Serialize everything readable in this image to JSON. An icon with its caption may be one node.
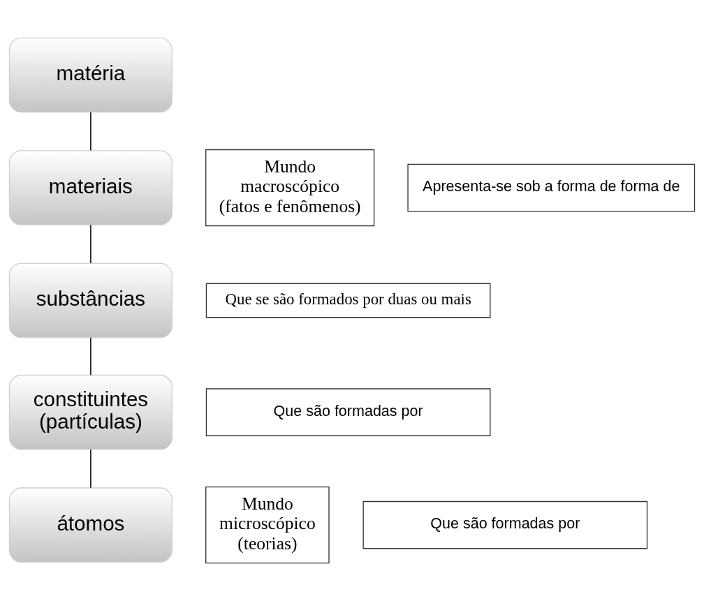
{
  "diagram": {
    "nodes": [
      {
        "text": [
          "matéria"
        ]
      },
      {
        "text": [
          "materiais"
        ]
      },
      {
        "text": [
          "substâncias"
        ]
      },
      {
        "text": [
          "constituintes",
          "(partículas)"
        ]
      },
      {
        "text": [
          "átomos"
        ]
      },
      {
        "text": [
          "Apresenta-se sob a forma de forma de"
        ]
      },
      {
        "text": [
          "Que se são formados por duas ou mais"
        ]
      },
      {
        "text": [
          "Que são formadas por"
        ]
      },
      {
        "text": [
          "Que são formadas por"
        ]
      },
      {
        "text": [
          "Mundo macroscópico (fatos e fenômenos)"
        ]
      },
      {
        "text": [
          "Mundo microscópico (teorias)"
        ]
      }
    ],
    "edges": [
      {
        "from": 0,
        "to": 1,
        "arrow": "none"
      },
      {
        "from": 1,
        "to": 2,
        "arrow": "none"
      },
      {
        "from": 2,
        "to": 3,
        "arrow": "none"
      },
      {
        "from": 3,
        "to": 4,
        "arrow": "none"
      }
    ]
  }
}
